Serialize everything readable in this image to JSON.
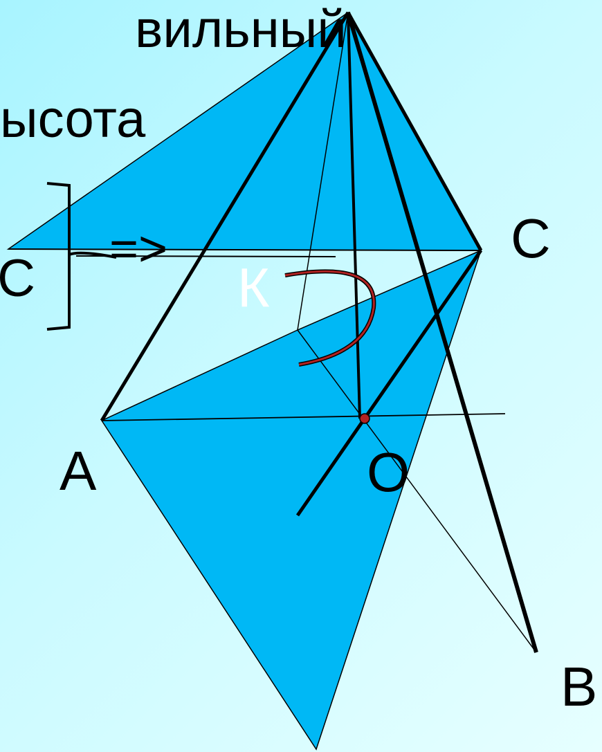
{
  "text_fragments": {
    "line1": "вильный",
    "line2": "ысота",
    "line3": "ВС",
    "arrow": "=>"
  },
  "points": {
    "A": "А",
    "B": "В",
    "C": "С",
    "K": "К",
    "O": "О"
  },
  "colors": {
    "face_fill": "#00b8f5",
    "edge": "#000000",
    "arc": "#b22222",
    "point_O": "#b22222",
    "label_K": "#ffffff",
    "label": "#000000"
  }
}
